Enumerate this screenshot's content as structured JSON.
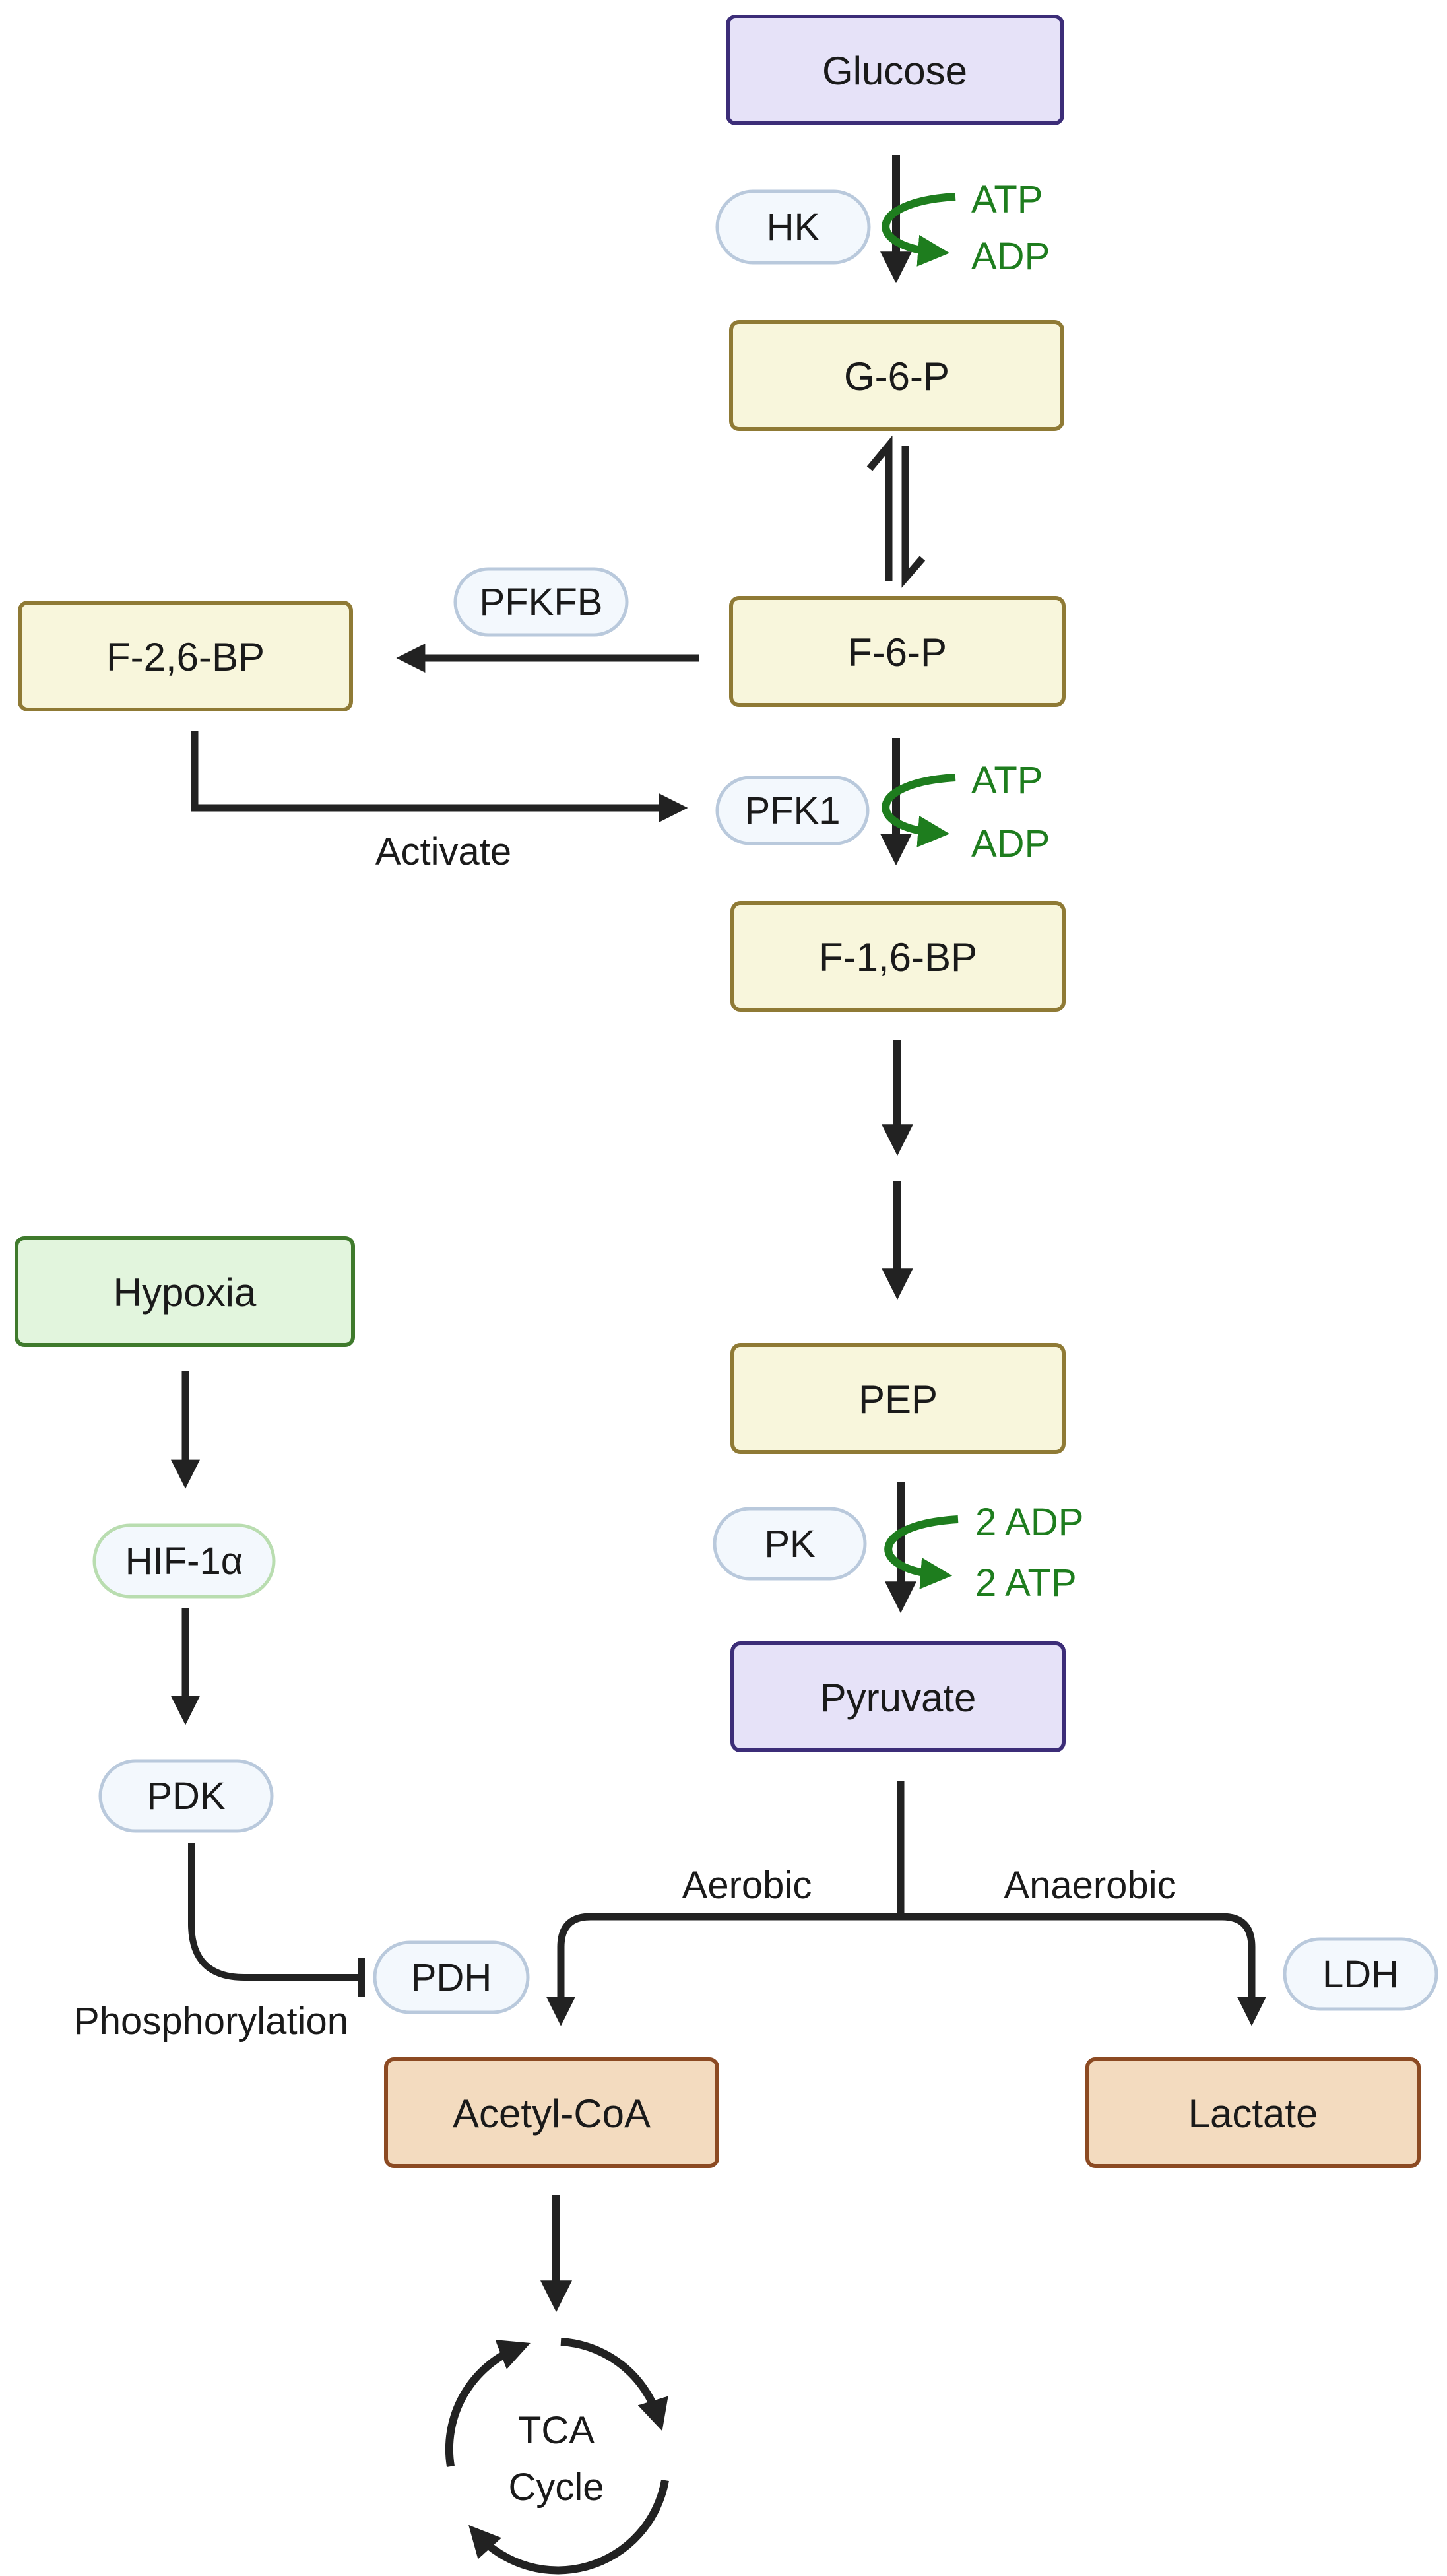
{
  "colors": {
    "arrow": "#222222",
    "cofactor": "#1e7d1e",
    "purple_fill": "#e6e2f8",
    "purple_stroke": "#3c2d78",
    "yellow_fill": "#f8f6dc",
    "yellow_stroke": "#8f7a35",
    "green_fill": "#e2f5dd",
    "green_stroke": "#3f7a2c",
    "orange_fill": "#f3dbbf",
    "orange_stroke": "#8c4a22",
    "enzyme_fill": "#f3f8fd",
    "enzyme_stroke": "#b9c9dc",
    "hif_stroke": "#b9ddb0"
  },
  "metabolites": {
    "glucose": "Glucose",
    "g6p": "G-6-P",
    "f6p": "F-6-P",
    "f26bp": "F-2,6-BP",
    "f16bp": "F-1,6-BP",
    "pep": "PEP",
    "pyruvate": "Pyruvate",
    "acetyl_coa": "Acetyl-CoA",
    "lactate": "Lactate",
    "hypoxia": "Hypoxia"
  },
  "enzymes": {
    "hk": "HK",
    "pfkfb": "PFKFB",
    "pfk1": "PFK1",
    "pk": "PK",
    "hif1a": "HIF-1α",
    "pdk": "PDK",
    "pdh": "PDH",
    "ldh": "LDH"
  },
  "cofactors": {
    "hk_in": "ATP",
    "hk_out": "ADP",
    "pfk1_in": "ATP",
    "pfk1_out": "ADP",
    "pk_in": "2 ADP",
    "pk_out": "2 ATP"
  },
  "labels": {
    "activate": "Activate",
    "aerobic": "Aerobic",
    "anaerobic": "Anaerobic",
    "phosphorylation": "Phosphorylation",
    "tca_line1": "TCA",
    "tca_line2": "Cycle"
  }
}
